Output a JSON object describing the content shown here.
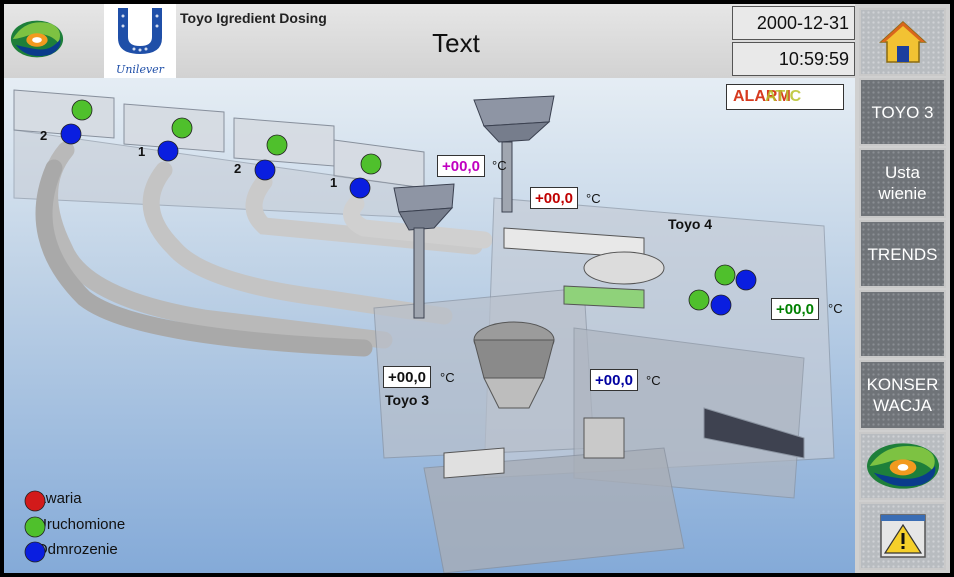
{
  "header": {
    "app_title": "Toyo Igredient Dosing",
    "page_title": "Text",
    "date": "2000-12-31",
    "time": "10:59:59",
    "brand_text": "Unilever"
  },
  "alarm": {
    "text_a": "ALARM",
    "text_b": "ATIC"
  },
  "side_buttons": {
    "toyo3": "TOYO 3",
    "settings_line1": "Usta",
    "settings_line2": "wienie",
    "trends": "TRENDS",
    "blank": "",
    "conservation_line1": "KONSER",
    "conservation_line2": "WACJA"
  },
  "readings": {
    "r1": {
      "value": "+00,0",
      "unit": "°C",
      "color": "#c000c0"
    },
    "r2": {
      "value": "+00,0",
      "unit": "°C",
      "color": "#c00000"
    },
    "r3": {
      "value": "+00,0",
      "unit": "°C",
      "color": "#008000"
    },
    "r4": {
      "value": "+00,0",
      "unit": "°C",
      "color": "#111111"
    },
    "r5": {
      "value": "+00,0",
      "unit": "°C",
      "color": "#0000a0"
    }
  },
  "labels": {
    "toyo4": "Toyo 4",
    "toyo3": "Toyo 3"
  },
  "bins": [
    "2",
    "1",
    "2",
    "1"
  ],
  "legend": {
    "failure": "Awaria",
    "running": "Uruchomione",
    "defrost": "Odmrozenie"
  },
  "colors": {
    "failure": "#d21a1a",
    "running": "#4fc02c",
    "defrost": "#0a1ee0"
  },
  "icons": {
    "home": "home-icon",
    "logo": "swirl-logo-icon",
    "alarm": "warning-icon"
  }
}
